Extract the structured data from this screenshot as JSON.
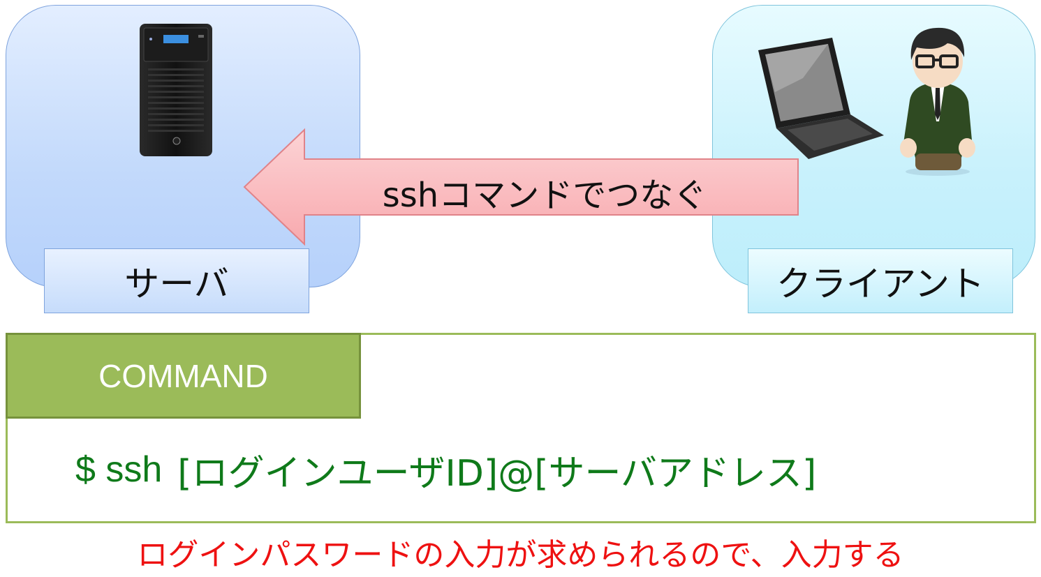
{
  "server": {
    "label": "サーバ"
  },
  "client": {
    "label": "クライアント"
  },
  "connection": {
    "label": "sshコマンドでつなぐ"
  },
  "command": {
    "header": "COMMAND",
    "prefix": "$ ssh",
    "args": "[ログインユーザID]@[サーバアドレス]"
  },
  "note": "ログインパスワードの入力が求められるので、入力する",
  "colors": {
    "server_panel": "#c2d9fb",
    "client_panel": "#c8f1fc",
    "arrow_fill": "#fbbcc0",
    "command_accent": "#9bbb59",
    "command_text": "#0f7a1a",
    "note_text": "#ee1111"
  }
}
